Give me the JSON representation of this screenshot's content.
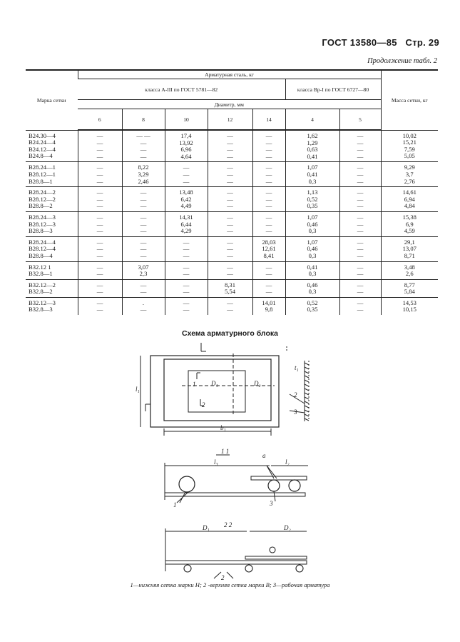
{
  "header": {
    "standard": "ГОСТ 13580—85",
    "page": "Стр. 29"
  },
  "continuation": "Продолжение табл. 2",
  "table": {
    "col_mark": "Марка сетки",
    "group_steel": "Арматурная сталь, кг",
    "class_a3": "класса А-III по ГОСТ 5781—82",
    "class_bp1": "класса Вр-I по ГОСТ 6727—80",
    "col_mass": "Масса сетки, кг",
    "diameter": "Диаметр, мм",
    "diameters": [
      "6",
      "8",
      "10",
      "12",
      "14",
      "4",
      "5"
    ],
    "groups": [
      {
        "rows": [
          [
            "В24.30—4",
            "—",
            "— —",
            "17,4",
            "—",
            "—",
            "1,62",
            "—",
            "10,02"
          ],
          [
            "В24.24—4",
            "—",
            "—",
            "13,92",
            "—",
            "—",
            "1,29",
            "—",
            "15,21"
          ],
          [
            "В24.12—4",
            "—",
            "—",
            "6,96",
            "—",
            "—",
            "0,63",
            "—",
            "7,59"
          ],
          [
            "В24.8—4",
            "—",
            "—",
            "4,64",
            "—",
            "—",
            "0,41",
            "—",
            "5,05"
          ]
        ]
      },
      {
        "rows": [
          [
            "В28.24—1",
            "—",
            "8,22",
            "—",
            "—",
            "—",
            "1,07",
            "—",
            "9,29"
          ],
          [
            "В28.12—1",
            "—",
            "3,29",
            "—",
            "—",
            "—",
            "0,41",
            "—",
            "3,7"
          ],
          [
            "В28.8—1",
            "—",
            "2,46",
            "—",
            "—",
            "—",
            "0,3",
            "—",
            "2,76"
          ]
        ]
      },
      {
        "rows": [
          [
            "В28.24—2",
            "—",
            "—",
            "13,48",
            "—",
            "—",
            "1,13",
            "—",
            "14,61"
          ],
          [
            "В28.12—2",
            "—",
            "—",
            "6,42",
            "—",
            "—",
            "0,52",
            "—",
            "6,94"
          ],
          [
            "В28.8—2",
            "—",
            "—",
            "4,49",
            "—",
            "—",
            "0,35",
            "—",
            "4,84"
          ]
        ]
      },
      {
        "rows": [
          [
            "В28.24—3",
            "—",
            "—",
            "14,31",
            "—",
            "—",
            "1,07",
            "—",
            "15,38"
          ],
          [
            "В28.12—3",
            "—",
            "—",
            "6,44",
            "—",
            "—",
            "0,46",
            "—",
            "6,9"
          ],
          [
            "В28.8—3",
            "—",
            "—",
            "4,29",
            "—",
            "—",
            "0,3",
            "—",
            "4,59"
          ]
        ]
      },
      {
        "rows": [
          [
            "В28.24—4",
            "—",
            "—",
            "—",
            "—",
            "28,03",
            "1,07",
            "—",
            "29,1"
          ],
          [
            "В28.12—4",
            "—",
            "—",
            "—",
            "—",
            "12,61",
            "0,46",
            "—",
            "13,07"
          ],
          [
            "В28.8—4",
            "—",
            "—",
            "—",
            "—",
            "8,41",
            "0,3",
            "—",
            "8,71"
          ]
        ]
      },
      {
        "rows": [
          [
            "В32.12 1",
            "—",
            "3,07",
            "—",
            "—",
            "—",
            "0,41",
            "—",
            "3,48"
          ],
          [
            "В32.8—1",
            "—",
            "2,3",
            "—",
            "—",
            "—",
            "0,3",
            "—",
            "2,6"
          ]
        ]
      },
      {
        "rows": [
          [
            "В32.12—2",
            "—",
            "—",
            "—",
            "8,31",
            "—",
            "0,46",
            "—",
            "8,77"
          ],
          [
            "В32.8—2",
            "—",
            "—",
            "—",
            "5,54",
            "—",
            "0,3",
            "—",
            "5,84"
          ]
        ]
      },
      {
        "rows": [
          [
            "В32.12—3",
            "—",
            ".",
            "—",
            "—",
            "14,01",
            "0,52",
            "—",
            "14,53"
          ],
          [
            "В32.8—3",
            "—",
            "—",
            "—",
            "—",
            "9,8",
            "0,35",
            "—",
            "10,15"
          ]
        ]
      }
    ]
  },
  "scheme_title": "Схема арматурного блока",
  "diagram": {
    "section_1": "1 1",
    "section_2": "2 2",
    "labels": {
      "one": "1",
      "two": "2",
      "three": "3",
      "d1": "D₁",
      "d2": "D₂",
      "b1": "b₁",
      "l1": "l₁",
      "l2": "l₂",
      "l3": "l₃",
      "t1": "t₁",
      "a": "а"
    }
  },
  "caption": "1—нижняя сетка марки Н; 2 -верхняя сетка марки В; 3—рабочая арматура"
}
